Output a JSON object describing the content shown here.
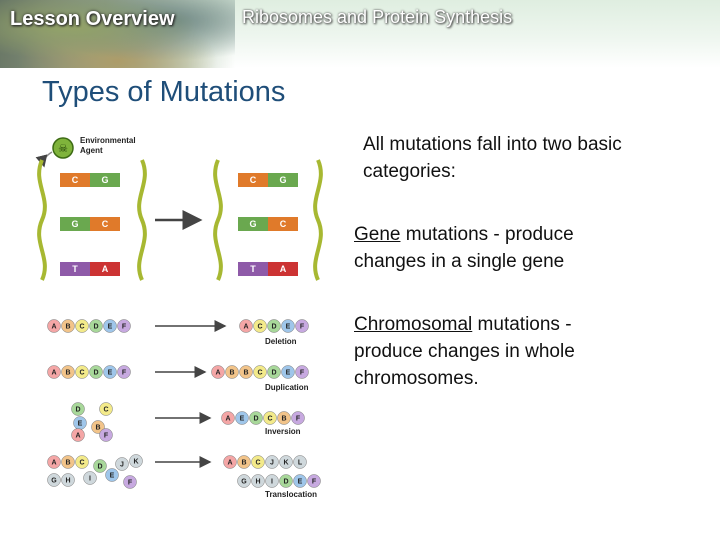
{
  "header": {
    "lesson_label": "Lesson Overview",
    "subject_title": "Ribosomes and Protein Synthesis"
  },
  "slide": {
    "title": "Types of Mutations",
    "intro": "All mutations fall into two basic categories:",
    "gene_term": "Gene",
    "gene_rest": " mutations - produce changes in a single gene",
    "chromosomal_term": "Chromosomal",
    "chromosomal_rest": " mutations - produce changes in whole chromosomes."
  },
  "figure": {
    "environmental_agent_line1": "Environmental",
    "environmental_agent_line2": "Agent",
    "pairs_before": [
      [
        "C",
        "G"
      ],
      [
        "G",
        "C"
      ],
      [
        "T",
        "A"
      ]
    ],
    "pairs_after": [
      [
        "C",
        "G"
      ],
      [
        "G",
        "C"
      ],
      [
        "T",
        "A"
      ]
    ],
    "chromosome_rows": [
      {
        "before": [
          "A",
          "B",
          "C",
          "D",
          "E",
          "F"
        ],
        "after": [
          "A",
          "C",
          "D",
          "E",
          "F"
        ],
        "label": "Deletion"
      },
      {
        "before": [
          "A",
          "B",
          "C",
          "D",
          "E",
          "F"
        ],
        "after": [
          "A",
          "B",
          "B",
          "C",
          "D",
          "E",
          "F"
        ],
        "label": "Duplication"
      },
      {
        "before": [
          "D",
          "C",
          "E",
          "B",
          "A",
          "F"
        ],
        "after": [
          "A",
          "E",
          "D",
          "C",
          "B",
          "F"
        ],
        "label": "Inversion"
      },
      {
        "before": [
          "A",
          "B",
          "C",
          "D",
          "J",
          "K",
          "G",
          "H",
          "I",
          "E",
          "F"
        ],
        "after": [
          "A",
          "B",
          "C",
          "J",
          "K",
          "L",
          "G",
          "H",
          "I",
          "D",
          "E",
          "F"
        ],
        "label": "Translocation"
      }
    ],
    "colors": {
      "base_orange": "#e07a2a",
      "base_green": "#6aa84f",
      "base_red": "#cc3333",
      "base_purple": "#8e5aa8",
      "backbone": "#a7b832",
      "bead_A": "#f4a6a6",
      "bead_B": "#f2c48a",
      "bead_C": "#f3ea8a",
      "bead_D": "#a8d89a",
      "bead_E": "#9fc6ea",
      "bead_F": "#c7a9e0"
    }
  }
}
